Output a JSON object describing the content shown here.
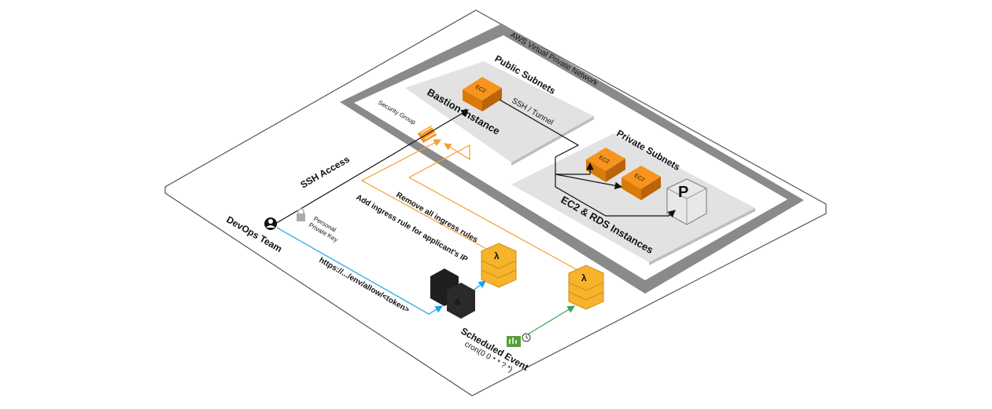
{
  "vpc": {
    "label": "AWS Virtual Private Network"
  },
  "public_subnet": {
    "title": "Public Subnets",
    "instance_label": "Bastion Instance",
    "ec2_label": "EC2"
  },
  "private_subnet": {
    "title": "Private Subnets",
    "instance_label": "EC2 & RDS Instances",
    "ec2_labels": [
      "EC2",
      "EC2"
    ],
    "rds_label": "P"
  },
  "security_group": {
    "label": "Security Group"
  },
  "connections": {
    "ssh_access": "SSH Access",
    "ssh_tunnel": "SSH / Tunnel",
    "add_rule": "Add ingress rule for applicant's IP",
    "remove_rules": "Remove all ingress rules",
    "https_url": "https://.../env/allow/<token>"
  },
  "devops": {
    "label": "DevOps Team"
  },
  "private_key": {
    "line1": "Personal",
    "line2": "Private Key"
  },
  "lambda": {
    "symbol": "λ"
  },
  "scheduled_event": {
    "title": "Scheduled Event",
    "cron": "cron(0 0 * * ? *)"
  },
  "colors": {
    "orange": "#f7941d",
    "dark_orange": "#c96f0a",
    "line_orange": "#f0a030",
    "line_blue": "#1aa3e8",
    "line_green": "#3ba24a",
    "gray": "#7a7a7a",
    "subnet_fill": "#e2e2e2"
  }
}
